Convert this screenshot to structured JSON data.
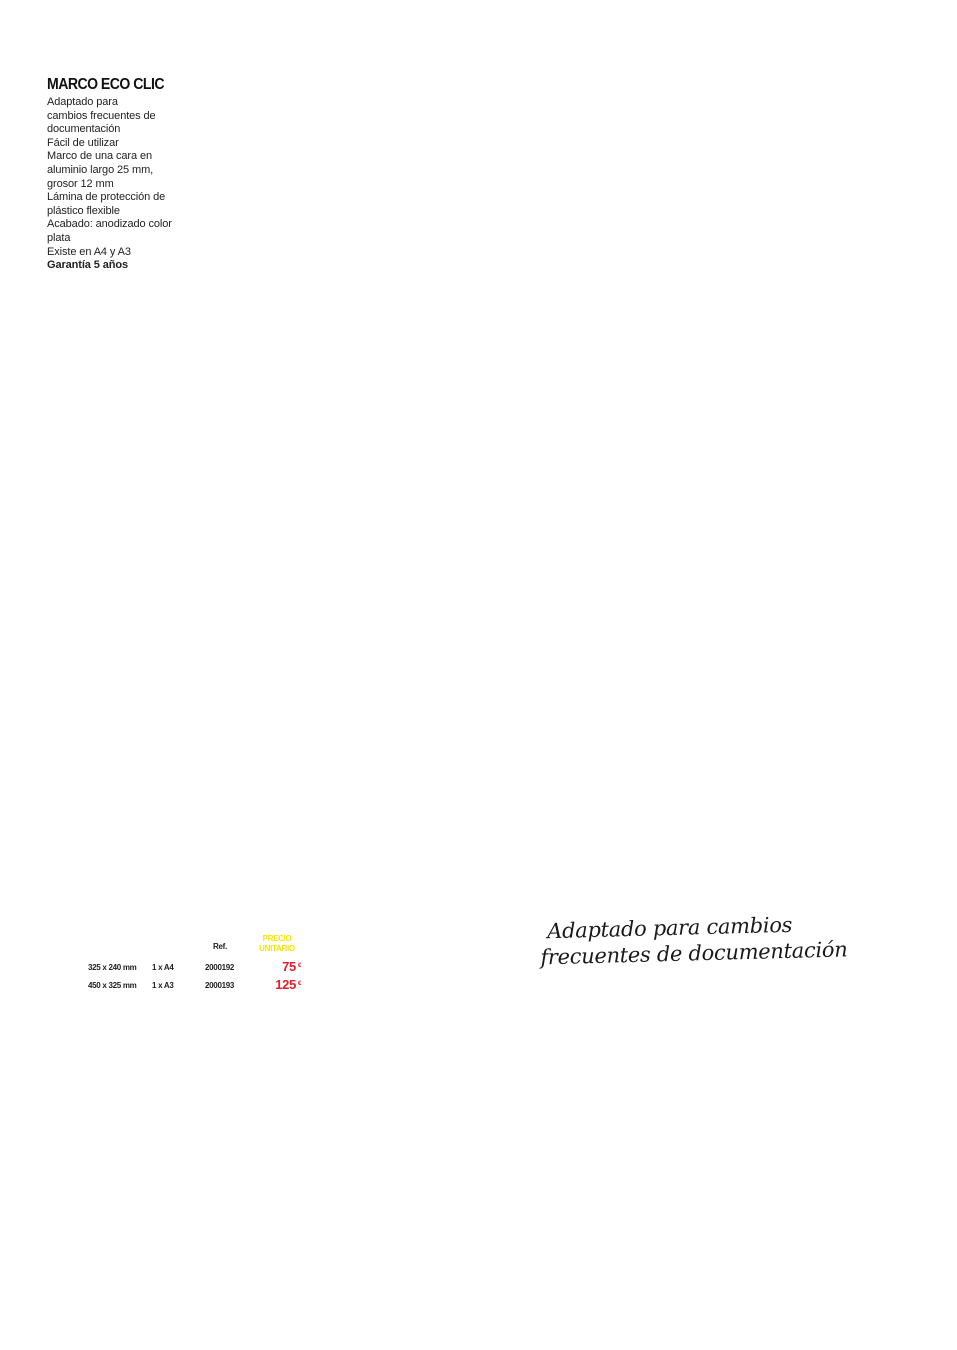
{
  "product": {
    "title": "MARCO ECO CLIC",
    "description_lines": [
      "Adaptado para",
      "cambios frecuentes de",
      "documentación",
      "Fácil de utilizar",
      "Marco de una cara en",
      "aluminio largo 25 mm,",
      "grosor 12 mm",
      "Lámina de protección de",
      "plástico flexible",
      "Acabado: anodizado color",
      "plata",
      "Existe en A4 y A3"
    ],
    "warranty": "Garantía 5 años"
  },
  "table": {
    "header_ref": "Ref.",
    "header_price_line1": "PRECIO",
    "header_price_line2": "UNITARIO",
    "currency": "€",
    "rows": [
      {
        "size": "325 x 240 mm",
        "qty": "1 x A4",
        "ref": "2000192",
        "price": "75"
      },
      {
        "size": "450 x 325 mm",
        "qty": "1 x A3",
        "ref": "2000193",
        "price": "125"
      }
    ]
  },
  "callout": {
    "line1": "Adaptado para cambios",
    "line2": "frecuentes de documentación"
  },
  "colors": {
    "price_red": "#e2202b",
    "header_yellow": "#f7e600",
    "text": "#222222"
  }
}
